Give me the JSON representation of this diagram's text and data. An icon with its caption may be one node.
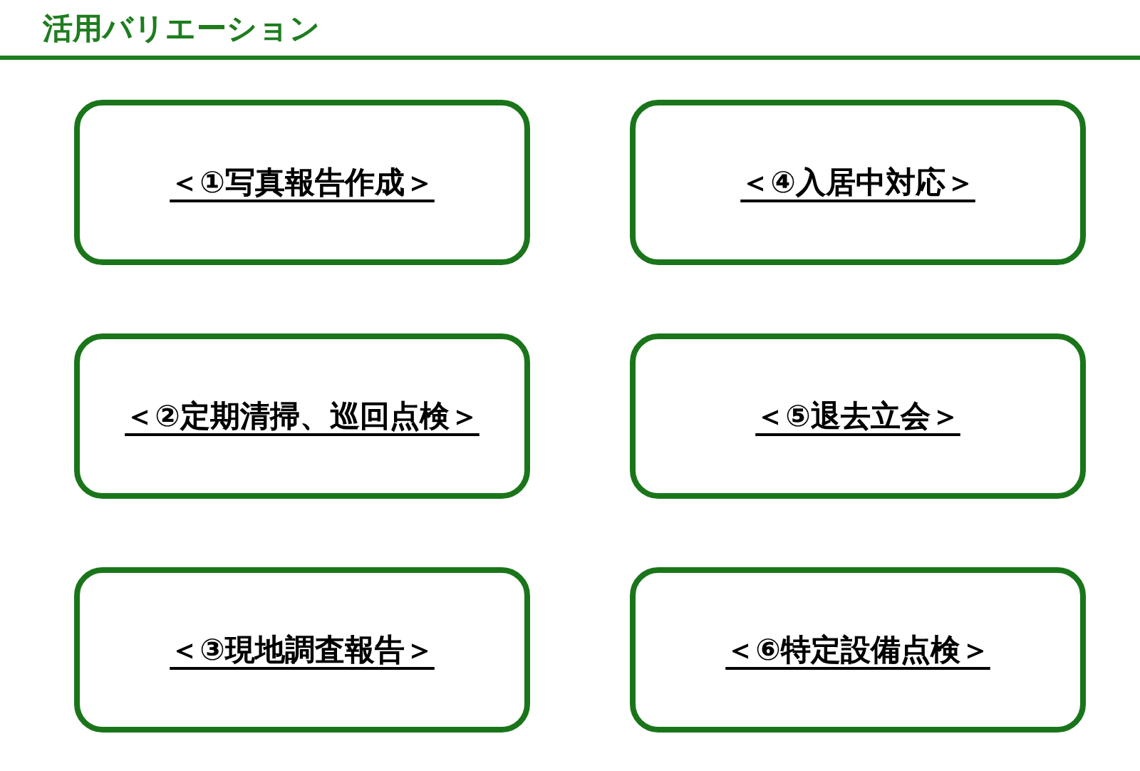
{
  "diagram": {
    "title": "活用バリエーション",
    "nodes": [
      {
        "text": [
          "＜①写真報告作成＞"
        ]
      },
      {
        "text": [
          "＜②定期清掃、巡回点検＞"
        ]
      },
      {
        "text": [
          "＜③現地調査報告＞"
        ]
      },
      {
        "text": [
          "＜④入居中対応＞"
        ]
      },
      {
        "text": [
          "＜⑤退去立会＞"
        ]
      },
      {
        "text": [
          "＜⑥特定設備点検＞"
        ]
      }
    ]
  }
}
